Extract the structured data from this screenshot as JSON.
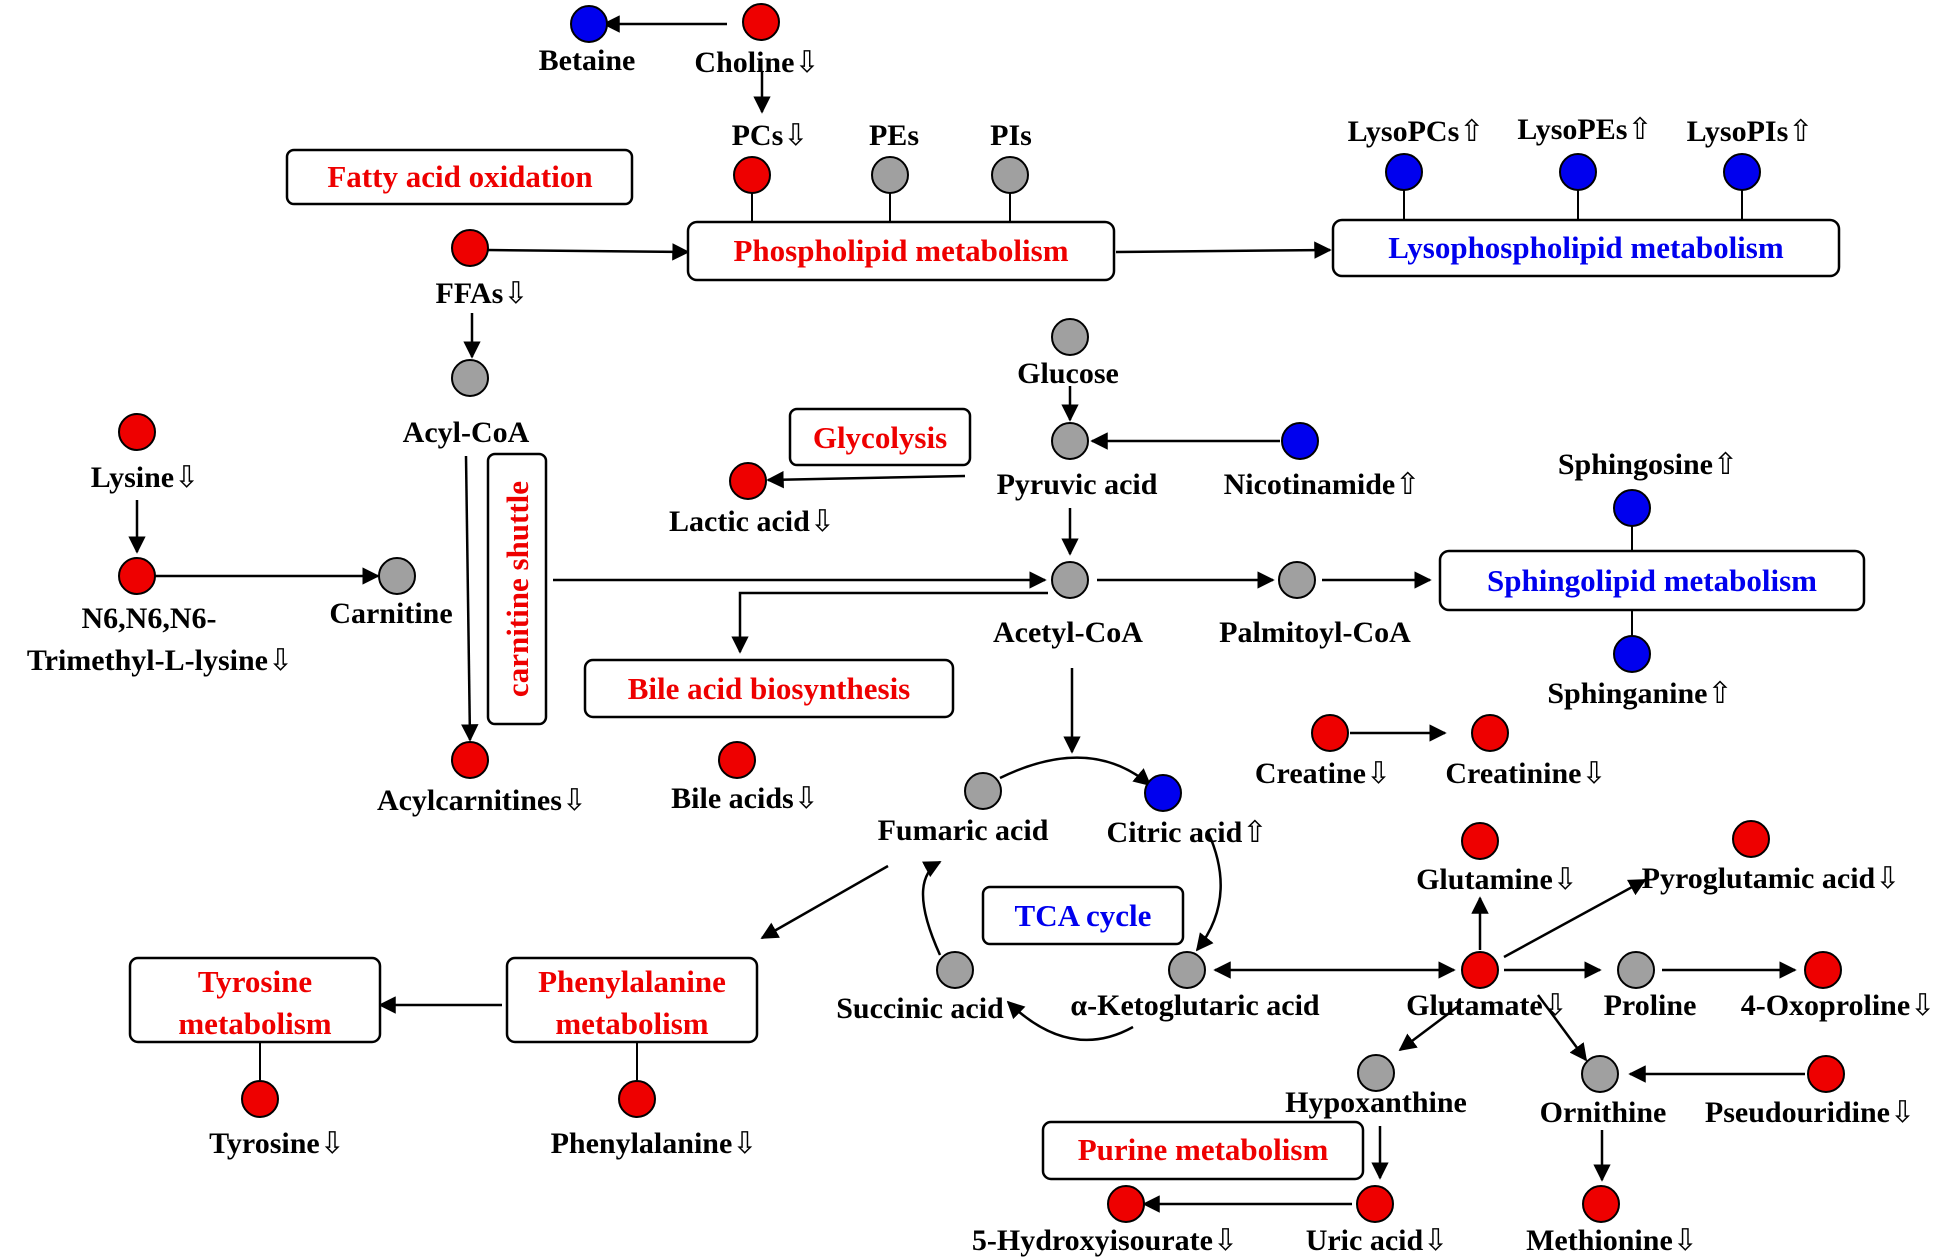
{
  "colors": {
    "red": "#ee0000",
    "blue": "#0000ee",
    "gray": "#a0a0a0"
  },
  "arrow_glyphs": {
    "down": "⇩",
    "up": "⇧"
  },
  "pathways": {
    "fatty_acid_oxidation": "Fatty acid oxidation",
    "phospholipid": "Phospholipid metabolism",
    "lysophospholipid": "Lysophospholipid metabolism",
    "glycolysis": "Glycolysis",
    "carnitine_shuttle": "carnitine shuttle",
    "sphingolipid": "Sphingolipid metabolism",
    "bile_acid": "Bile acid biosynthesis",
    "tca": "TCA cycle",
    "tyrosine_1": "Tyrosine",
    "tyrosine_2": "metabolism",
    "phenylalanine_1": "Phenylalanine",
    "phenylalanine_2": "metabolism",
    "purine": "Purine metabolism"
  },
  "metabolites": {
    "betaine": "Betaine",
    "choline": "Choline",
    "pcs": "PCs",
    "pes": "PEs",
    "pis": "PIs",
    "lysopcs": "LysoPCs",
    "lysopes": "LysoPEs",
    "lysopis": "LysoPIs",
    "ffas": "FFAs",
    "acyl_coa": "Acyl-CoA",
    "lysine": "Lysine",
    "trimethyl_1": "N6,N6,N6-",
    "trimethyl_2": "Trimethyl-L-lysine",
    "carnitine": "Carnitine",
    "acylcarnitines": "Acylcarnitines",
    "glucose": "Glucose",
    "pyruvic_acid": "Pyruvic acid",
    "nicotinamide": "Nicotinamide",
    "lactic_acid": "Lactic acid",
    "sphingosine": "Sphingosine",
    "sphinganine": "Sphinganine",
    "acetyl_coa": "Acetyl-CoA",
    "palmitoyl_coa": "Palmitoyl-CoA",
    "bile_acids": "Bile acids",
    "creatine": "Creatine",
    "creatinine": "Creatinine",
    "fumaric_acid": "Fumaric acid",
    "citric_acid": "Citric acid",
    "glutamine": "Glutamine",
    "pyroglutamic_acid": "Pyroglutamic acid",
    "succinic_acid": "Succinic acid",
    "ketoglutaric_acid": "α-Ketoglutaric acid",
    "glutamate": "Glutamate",
    "proline": "Proline",
    "oxoproline": "4-Oxoproline",
    "tyrosine": "Tyrosine",
    "phenylalanine": "Phenylalanine",
    "hypoxanthine": "Hypoxanthine",
    "ornithine": "Ornithine",
    "pseudouridine": "Pseudouridine",
    "hydroxyisourate": "5-Hydroxyisourate",
    "uric_acid": "Uric acid",
    "methionine": "Methionine"
  },
  "changes": {
    "choline": "down",
    "pcs": "down",
    "lysopcs": "up",
    "lysopes": "up",
    "lysopis": "up",
    "ffas": "down",
    "lysine": "down",
    "trimethyl": "down",
    "acylcarnitines": "down",
    "nicotinamide": "up",
    "lactic_acid": "down",
    "sphingosine": "up",
    "sphinganine": "up",
    "bile_acids": "down",
    "creatine": "down",
    "creatinine": "down",
    "citric_acid": "up",
    "glutamine": "down",
    "pyroglutamic_acid": "down",
    "glutamate": "down",
    "oxoproline": "down",
    "tyrosine": "down",
    "phenylalanine": "down",
    "pseudouridine": "down",
    "hydroxyisourate": "down",
    "uric_acid": "down",
    "methionine": "down"
  },
  "node_colors": {
    "betaine": "blue",
    "choline": "red",
    "pcs": "red",
    "pes": "gray",
    "pis": "gray",
    "lysopcs": "blue",
    "lysopes": "blue",
    "lysopis": "blue",
    "ffas": "red",
    "acyl_coa": "gray",
    "lysine": "red",
    "trimethyl": "red",
    "carnitine": "gray",
    "acylcarnitines": "red",
    "glucose": "gray",
    "pyruvic_acid": "gray",
    "nicotinamide": "blue",
    "lactic_acid": "red",
    "sphingosine": "blue",
    "sphinganine": "blue",
    "acetyl_coa": "gray",
    "palmitoyl_coa": "gray",
    "bile_acids": "red",
    "creatine": "red",
    "creatinine": "red",
    "fumaric_acid": "gray",
    "citric_acid": "blue",
    "glutamine": "red",
    "pyroglutamic_acid": "red",
    "succinic_acid": "gray",
    "ketoglutaric_acid": "gray",
    "glutamate": "red",
    "proline": "gray",
    "oxoproline": "red",
    "tyrosine": "red",
    "phenylalanine": "red",
    "hypoxanthine": "gray",
    "ornithine": "gray",
    "pseudouridine": "red",
    "hydroxyisourate": "red",
    "uric_acid": "red",
    "methionine": "red"
  }
}
